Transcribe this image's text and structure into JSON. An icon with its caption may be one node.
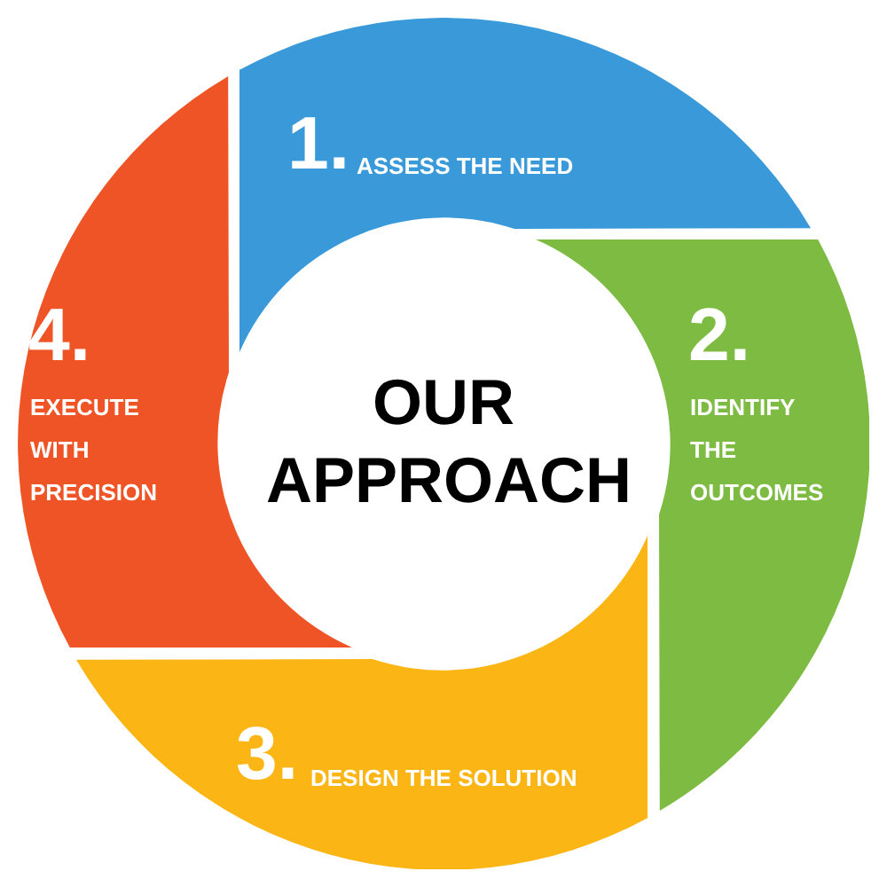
{
  "diagram": {
    "title": "OUR APPROACH",
    "nodes": [
      {
        "text": [
          "1.",
          "ASSESS THE NEED"
        ]
      },
      {
        "text": [
          "2.",
          "IDENTIFY THE OUTCOMES"
        ]
      },
      {
        "text": [
          "3.",
          "DESIGN THE SOLUTION"
        ]
      },
      {
        "text": [
          "4.",
          "EXECUTE WITH PRECISION"
        ]
      }
    ]
  }
}
